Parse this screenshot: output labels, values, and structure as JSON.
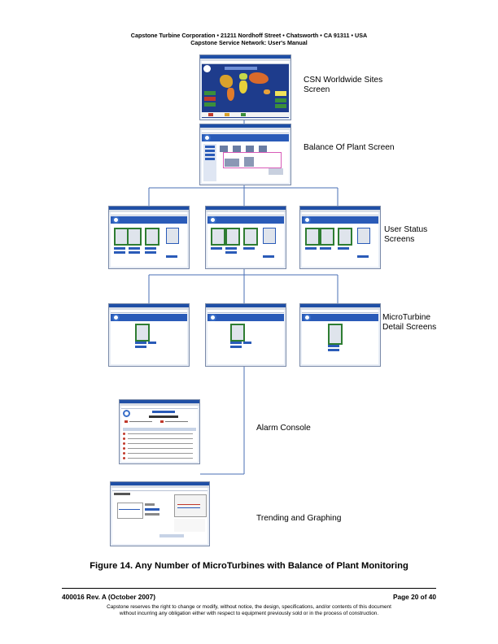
{
  "header": {
    "line1": "Capstone Turbine Corporation • 21211 Nordhoff Street • Chatsworth • CA 91311 • USA",
    "line2": "Capstone Service Network: User's Manual"
  },
  "figure": {
    "labels": {
      "worldwide": [
        "CSN Worldwide Sites",
        "Screen"
      ],
      "balance": "Balance Of Plant Screen",
      "user_status": [
        "User Status",
        "Screens"
      ],
      "microturbine": [
        "MicroTurbine",
        "Detail Screens"
      ],
      "alarm": "Alarm Console",
      "trending": "Trending and Graphing"
    },
    "caption": "Figure 14. Any Number of MicroTurbines with Balance of Plant Monitoring",
    "colors": {
      "connector": "#4a6fb5",
      "title_bar": "#1f4fa6",
      "map_bg": "#1e3c8c",
      "unit_panel": "#2e7d32"
    }
  },
  "footer": {
    "doc_number": "400016 Rev. A (October 2007)",
    "page": "Page 20 of 40",
    "notice1": "Capstone reserves the right to change or modify, without notice, the design, specifications, and/or contents of this document",
    "notice2": "without incurring any obligation either with respect to equipment previously sold or in the process of construction."
  }
}
